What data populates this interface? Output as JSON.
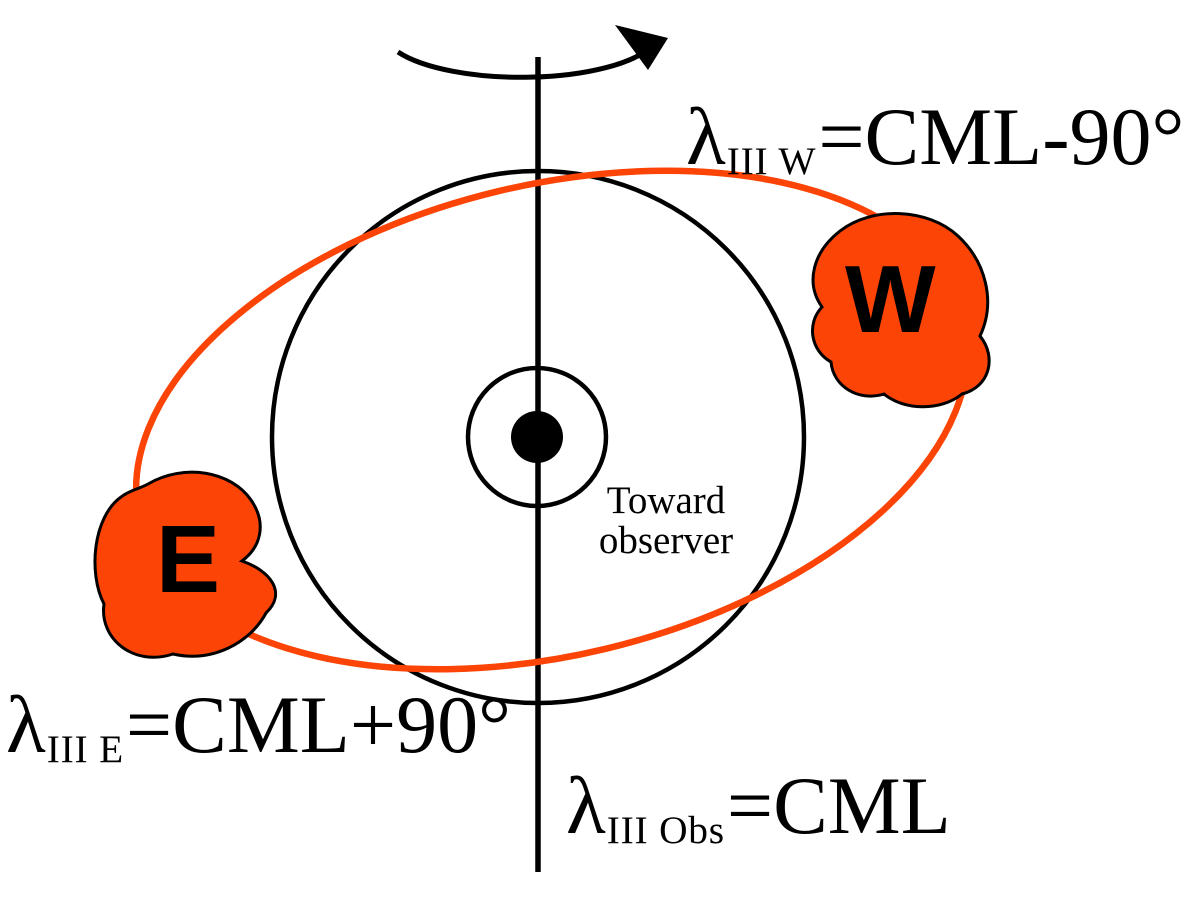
{
  "colors": {
    "accent": "#fb4405",
    "ink": "#000000",
    "background": "#ffffff"
  },
  "labels": {
    "west_equation": {
      "lambda": "λ",
      "subscript": "III W",
      "rest": "=CML-90°"
    },
    "east_equation": {
      "lambda": "λ",
      "subscript": "III E",
      "rest": "=CML+90°"
    },
    "observer_equation": {
      "lambda": "λ",
      "subscript": "III Obs",
      "rest": "=CML"
    },
    "center_note": {
      "line1": "Toward",
      "line2": "observer"
    },
    "west_spot": "W",
    "east_spot": "E"
  }
}
